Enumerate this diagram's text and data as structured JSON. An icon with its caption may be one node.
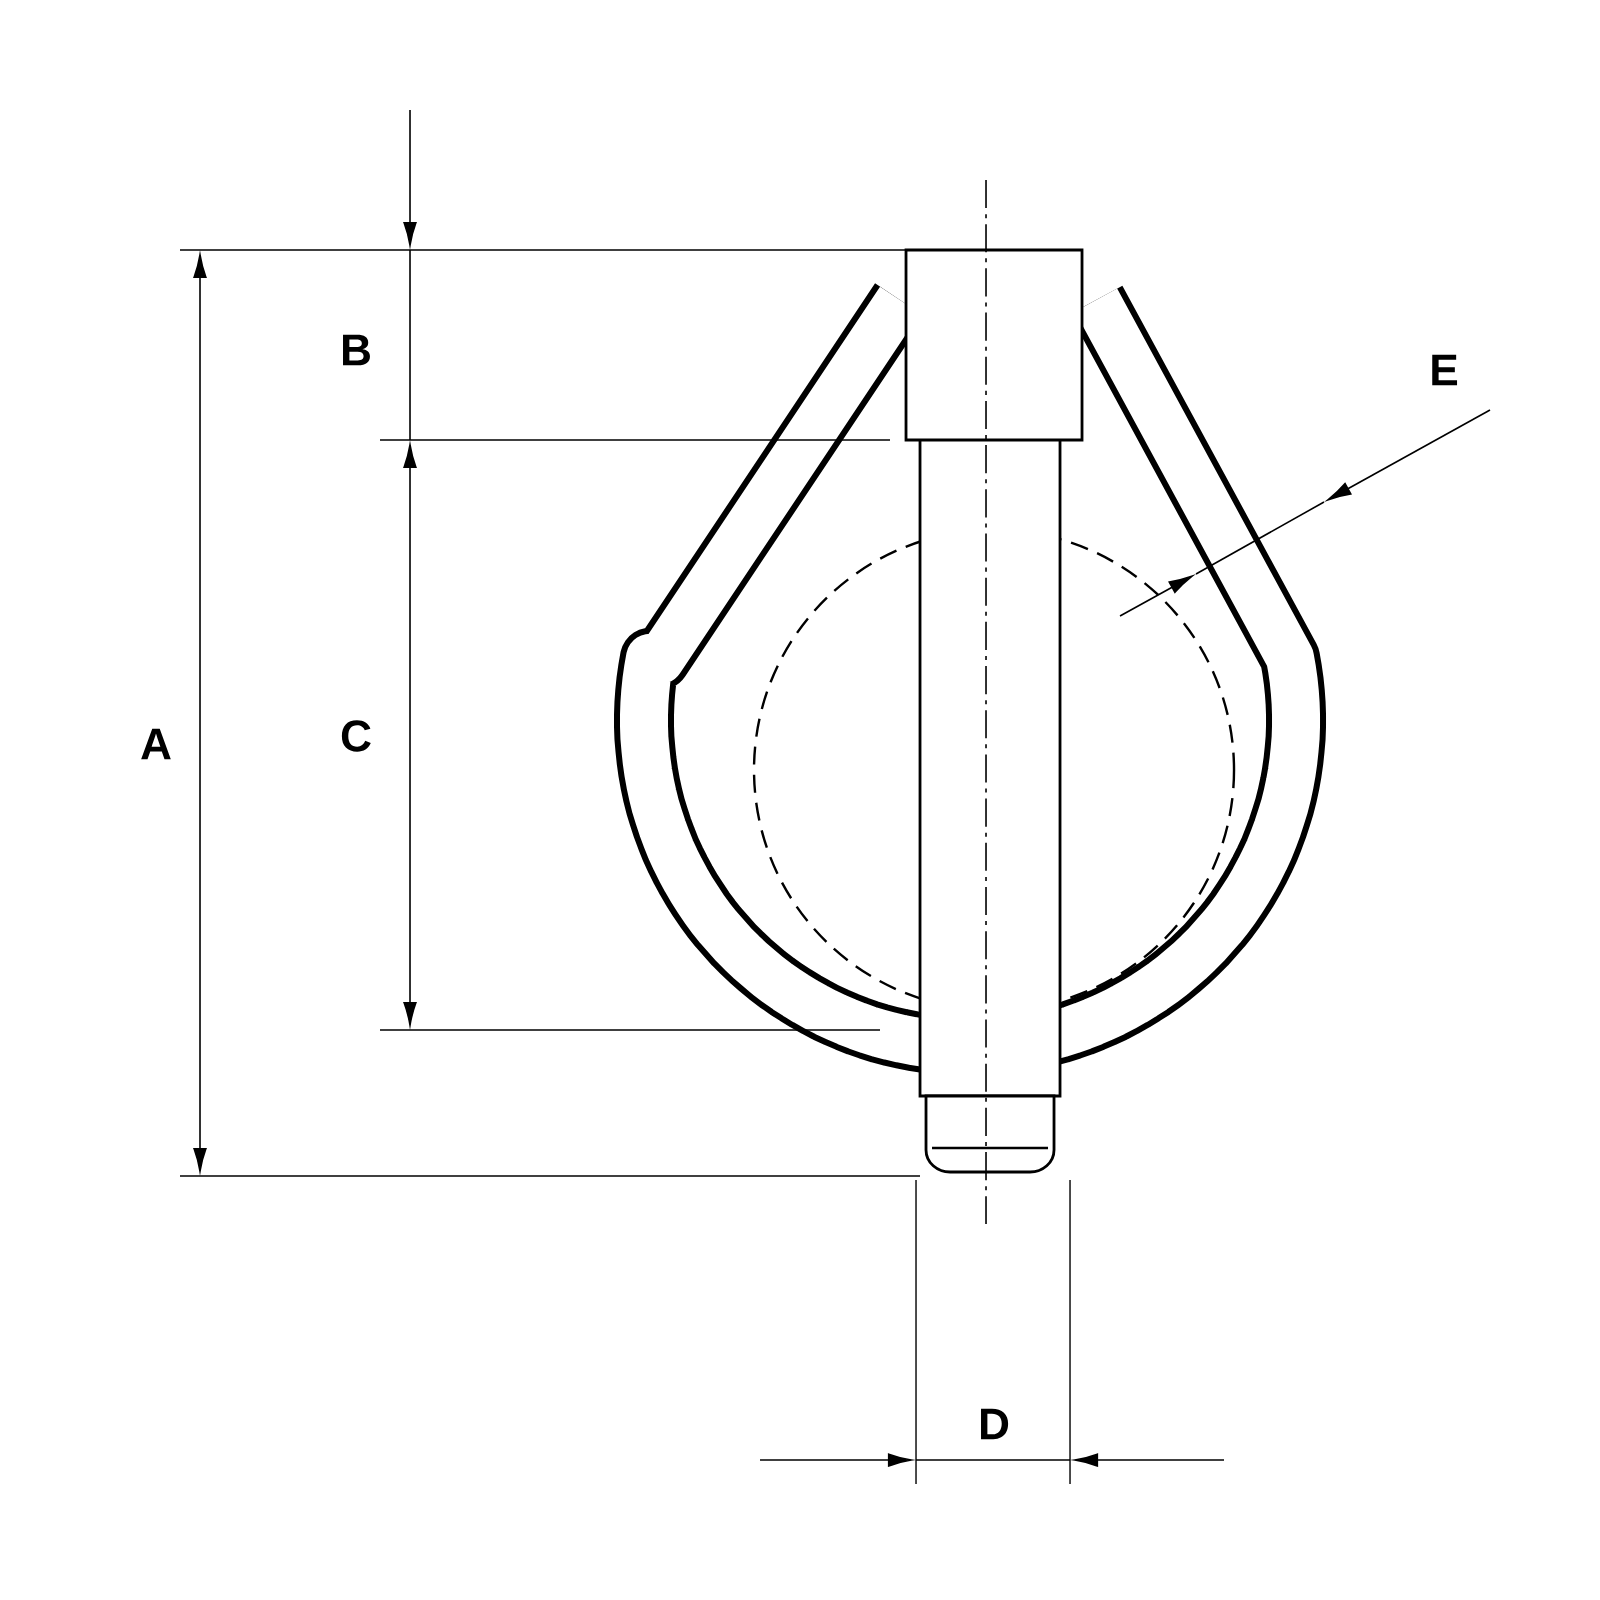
{
  "diagram": {
    "labels": [
      "B",
      "E",
      "A",
      "C",
      "D"
    ]
  }
}
